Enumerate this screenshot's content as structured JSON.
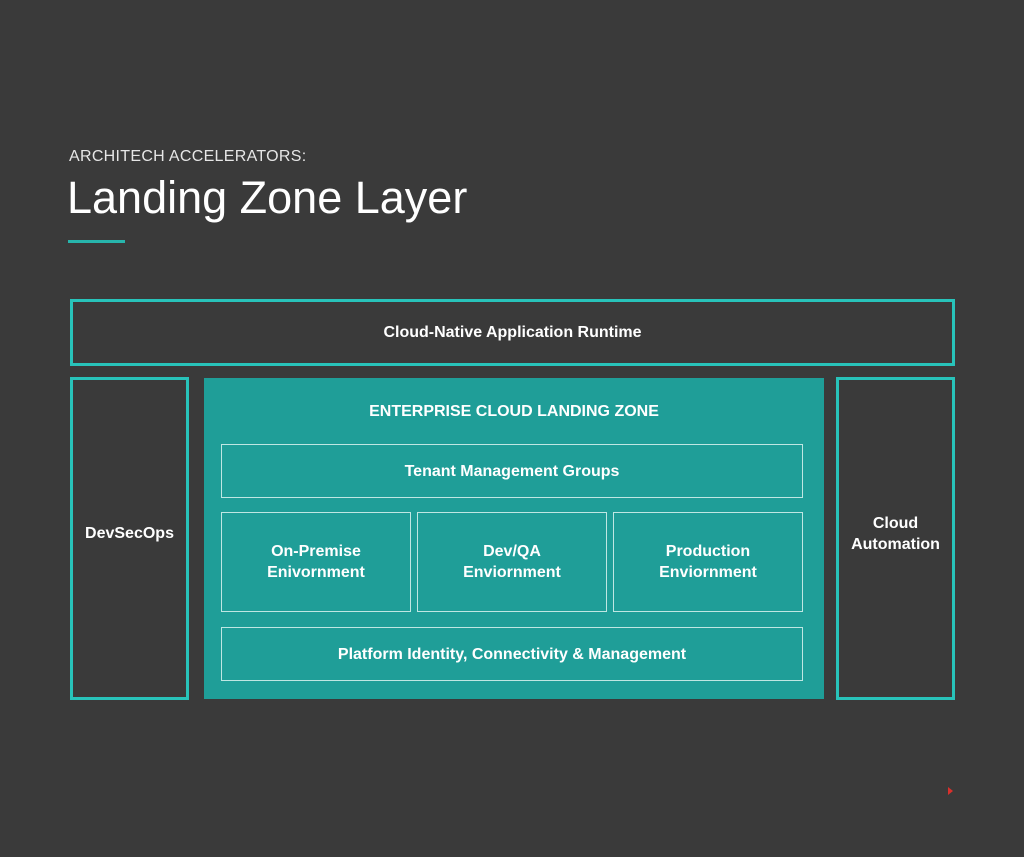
{
  "header": {
    "eyebrow": "ARCHITECH ACCELERATORS:",
    "title": "Landing Zone Layer"
  },
  "diagram": {
    "runtime_label": "Cloud-Native Application Runtime",
    "left_pillar_label": "DevSecOps",
    "right_pillar_label": "Cloud\nAutomation",
    "landing_zone": {
      "title": "ENTERPRISE CLOUD LANDING ZONE",
      "tenant_label": "Tenant Management Groups",
      "environments": [
        "On-Premise\nEnivornment",
        "Dev/QA\nEnviornment",
        "Production\nEnviornment"
      ],
      "platform_label": "Platform Identity, Connectivity & Management"
    }
  },
  "colors": {
    "background": "#3a3a3a",
    "accent_outline": "#28c3ba",
    "landing_zone_fill": "#1f9e98",
    "marker": "#d9302c"
  }
}
